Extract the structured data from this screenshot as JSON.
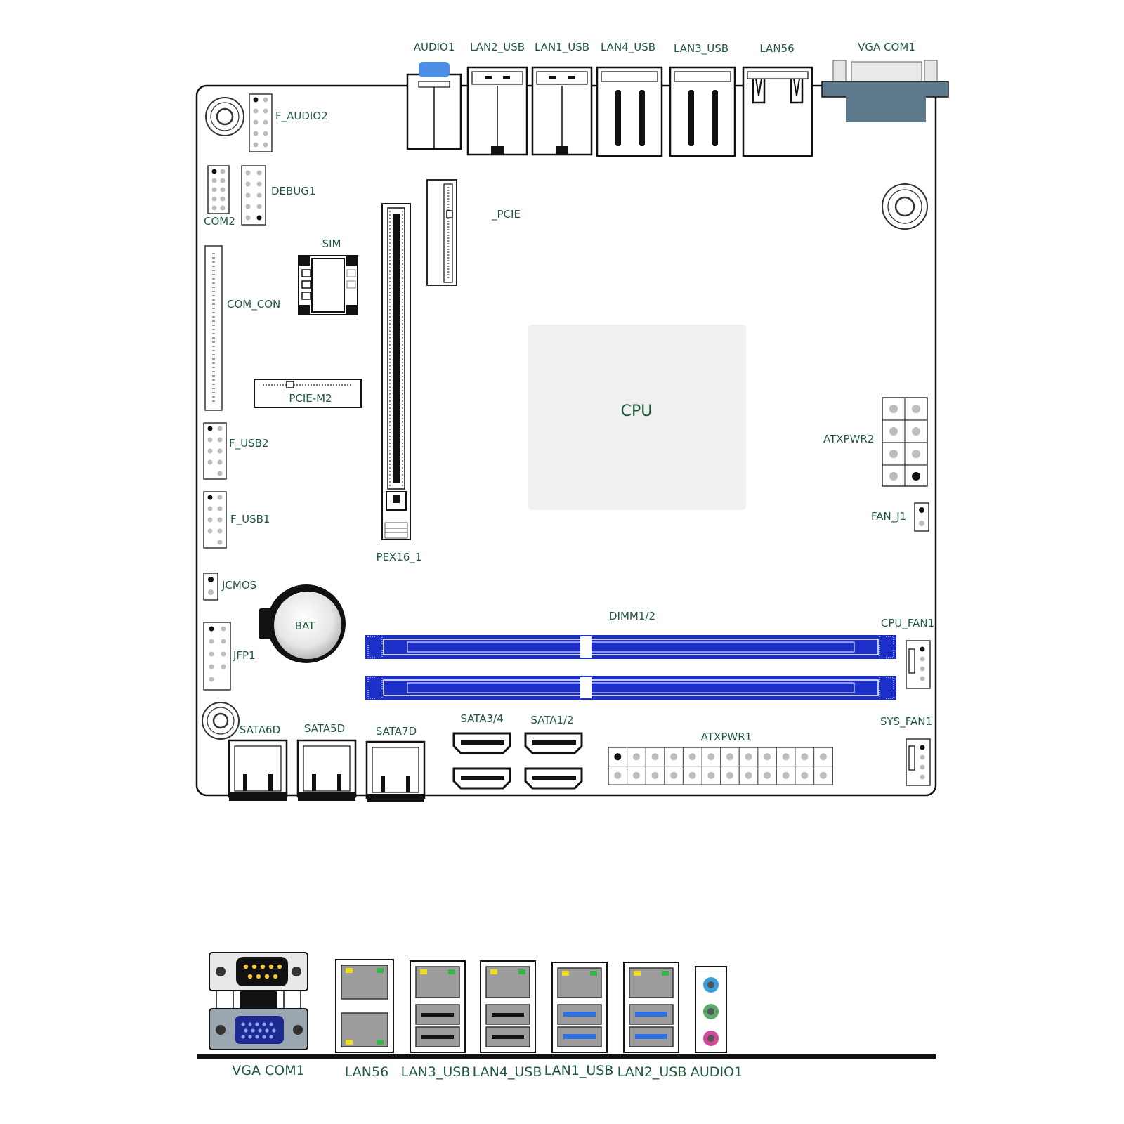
{
  "board": {
    "cpu_label": "CPU",
    "battery_label": "BAT",
    "top_connectors": {
      "audio1": "AUDIO1",
      "lan2_usb": "LAN2_USB",
      "lan1_usb": "LAN1_USB",
      "lan4_usb": "LAN4_USB",
      "lan3_usb": "LAN3_USB",
      "lan56": "LAN56",
      "vga_com1": "VGA  COM1"
    },
    "headers": {
      "f_audio2": "F_AUDIO2",
      "debug1": "DEBUG1",
      "com2": "COM2",
      "sim": "SIM",
      "com_con": "COM_CON",
      "pcie_m2": "PCIE-M2",
      "f_usb2": "F_USB2",
      "f_usb1": "F_USB1",
      "jcmos": "JCMOS",
      "jfp1": "JFP1",
      "pcie_mini": "_PCIE",
      "pex16_1": "PEX16_1",
      "atxpwr2": "ATXPWR2",
      "fan_j1": "FAN_J1",
      "dimm": "DIMM1/2",
      "cpu_fan1": "CPU_FAN1",
      "sys_fan1": "SYS_FAN1",
      "atxpwr1": "ATXPWR1",
      "sata6d": "SATA6D",
      "sata5d": "SATA5D",
      "sata7d": "SATA7D",
      "sata34": "SATA3/4",
      "sata12": "SATA1/2"
    }
  },
  "io_panel": {
    "labels": [
      "VGA  COM1",
      "LAN56",
      "LAN3_USB",
      "LAN4_USB",
      "LAN1_USB",
      "LAN2_USB",
      "AUDIO1"
    ]
  },
  "colors": {
    "label": "#1f5a3c",
    "dimm": "#1d2fc9",
    "vga_body": "#5c7a8c",
    "audio_top": "#4d8fe6",
    "usb3_blue": "#2b6fe0",
    "cpu_fill": "#f0f0f0",
    "audio_jacks": [
      "#3aa0e0",
      "#5aaa6a",
      "#d04a9a"
    ]
  }
}
